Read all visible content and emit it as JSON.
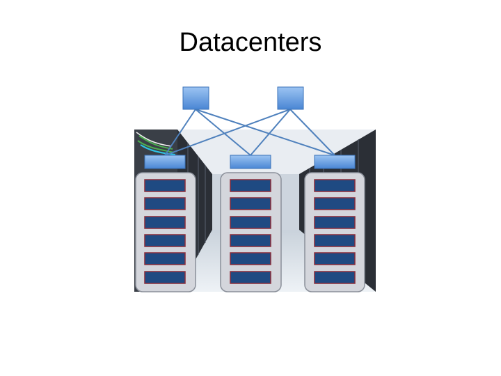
{
  "slide": {
    "title": "Datacenters"
  },
  "diagram": {
    "core_switch_count": 2,
    "racks": [
      {
        "servers": 6
      },
      {
        "servers": 6
      },
      {
        "servers": 6
      }
    ],
    "colors": {
      "switch_fill": "#6aa3e8",
      "switch_border": "#3a72b8",
      "link": "#4f81bd",
      "rack_fill": "#d4d6dc",
      "rack_border": "#8a8f99",
      "server_fill": "#1f4a82",
      "server_border": "#8b2d3a",
      "photo_dark": "#2b2f36",
      "photo_light": "#dfe4ea"
    }
  }
}
